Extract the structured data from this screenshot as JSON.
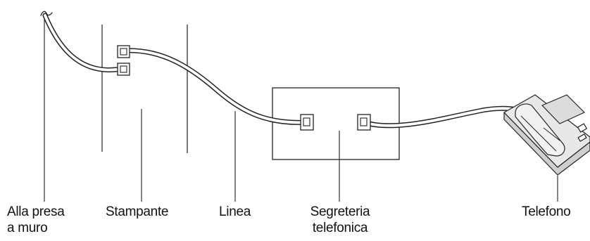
{
  "labels": {
    "wall_outlet": [
      "Alla presa",
      "a muro"
    ],
    "printer": "Stampante",
    "line": "Linea",
    "answering_machine": [
      "Segreteria",
      "telefonica"
    ],
    "telephone": "Telefono"
  },
  "colors": {
    "stroke": "#222222",
    "cable_fill": "#ffffff",
    "phone_fill": "#e6e6e6",
    "phone_shadow": "#cfcfcf"
  }
}
